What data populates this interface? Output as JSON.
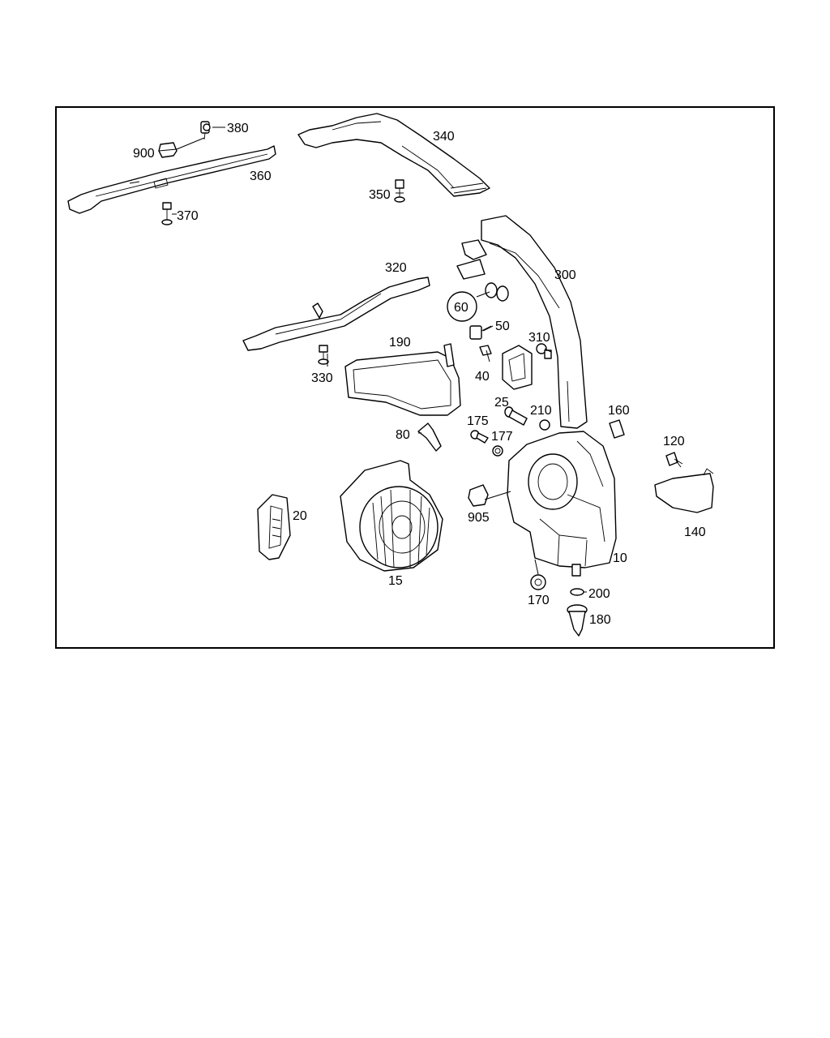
{
  "callouts": {
    "c380": "380",
    "c900": "900",
    "c360": "360",
    "c370": "370",
    "c340": "340",
    "c350": "350",
    "c320": "320",
    "c330": "330",
    "c300": "300",
    "c60": "60",
    "c50": "50",
    "c310": "310",
    "c40": "40",
    "c190": "190",
    "c25": "25",
    "c210": "210",
    "c160": "160",
    "c80": "80",
    "c175": "175",
    "c177": "177",
    "c120": "120",
    "c20": "20",
    "c905": "905",
    "c140": "140",
    "c10": "10",
    "c15": "15",
    "c200": "200",
    "c170": "170",
    "c180": "180"
  },
  "colors": {
    "line": "#000000",
    "background": "#ffffff"
  }
}
